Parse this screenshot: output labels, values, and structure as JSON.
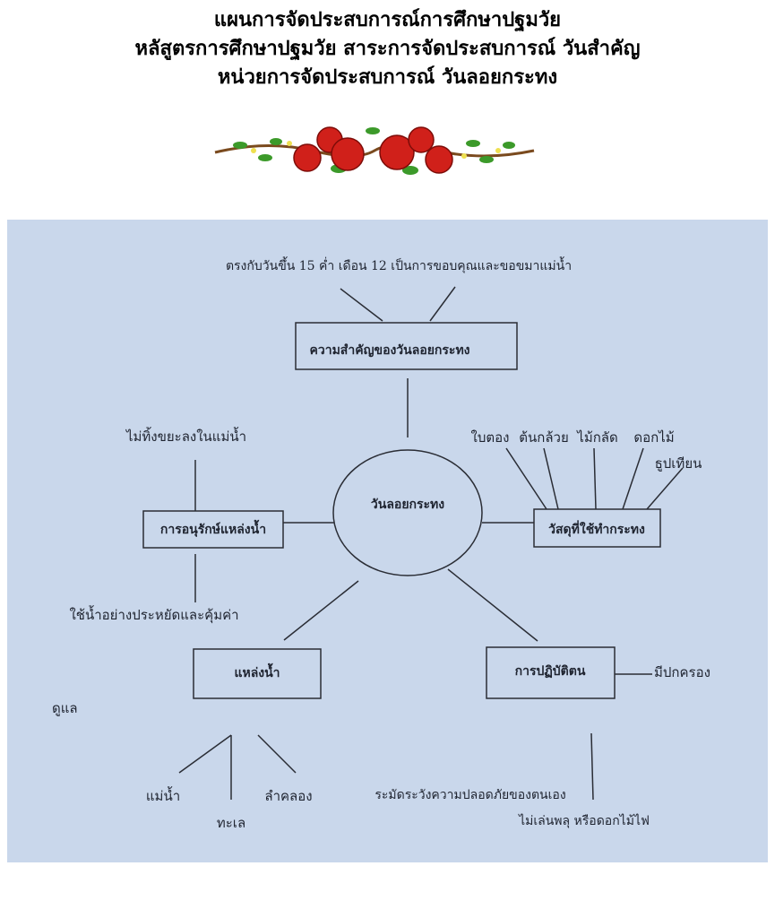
{
  "header": {
    "line1": "แผนการจัดประสบการณ์การศึกษาปฐมวัย",
    "line2": "หลัสูตรการศึกษาปฐมวัย  สาระการจัดประสบการณ์  วันสำคัญ",
    "line3": "หน่วยการจัดประสบการณ์  วันลอยกระทง"
  },
  "mindmap": {
    "center": "วันลอยกระทง",
    "importance": {
      "label": "ความสำคัญของวันลอยกระทง",
      "note": "ตรงกับวันขึ้น 15 ค่ำ เดือน 12 เป็นการขอบคุณและขอขมาแม่น้ำ"
    },
    "materials": {
      "label": "วัสดุที่ใช้ทำกระทง",
      "items": [
        "ใบตอง",
        "ต้นกล้วย",
        "ไม้กลัด",
        "ดอกไม้",
        "ธูปเทียน"
      ]
    },
    "conservation": {
      "label": "การอนุรักษ์แหล่งน้ำ",
      "items": [
        "ไม่ทิ้งขยะลงในแม่น้ำ",
        "ใช้น้ำอย่างประหยัดและคุ้มค่า"
      ]
    },
    "water_sources": {
      "label": "แหล่งน้ำ",
      "side_note": "ดูแล",
      "items": [
        "แม่น้ำ",
        "ทะเล",
        "ลำคลอง"
      ]
    },
    "conduct": {
      "label": "การปฏิบัติตน",
      "items": [
        "มีปกครอง",
        "ระมัดระวังความปลอดภัยของตนเอง",
        "ไม่เล่นพลุ หรือดอกไม้ไฟ"
      ]
    }
  }
}
